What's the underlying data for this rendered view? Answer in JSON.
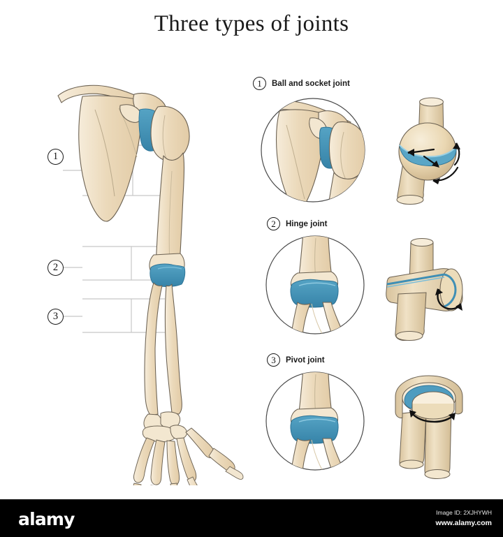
{
  "page": {
    "title": "Three types of joints",
    "background_color": "#ffffff"
  },
  "colors": {
    "bone_fill": "#ead7b6",
    "bone_fill_light": "#f3e6cf",
    "bone_outline": "#6b6152",
    "cartilage_blue": "#3f8fb5",
    "cartilage_blue_light": "#6fb3cf",
    "callout_box": "#cccccc",
    "text": "#1a1a1a",
    "footer_background": "#000000"
  },
  "main_figure": {
    "name": "human-arm-skeleton",
    "description": "Anterior view of left shoulder, humerus, radius, ulna and hand skeleton",
    "callouts": [
      {
        "number": "1",
        "target": "shoulder-joint"
      },
      {
        "number": "2",
        "target": "elbow-joint"
      },
      {
        "number": "3",
        "target": "proximal-radioulnar-joint"
      }
    ]
  },
  "sections": [
    {
      "number": "1",
      "label": "Ball and socket joint",
      "detail": "shoulder-joint-detail",
      "model": "ball-and-socket-model"
    },
    {
      "number": "2",
      "label": "Hinge joint",
      "detail": "elbow-hinge-detail",
      "model": "hinge-model"
    },
    {
      "number": "3",
      "label": "Pivot joint",
      "detail": "pivot-joint-detail",
      "model": "pivot-model"
    }
  ],
  "footer": {
    "logo": "alamy",
    "image_id": "Image ID: 2XJHYWH",
    "url": "www.alamy.com"
  }
}
